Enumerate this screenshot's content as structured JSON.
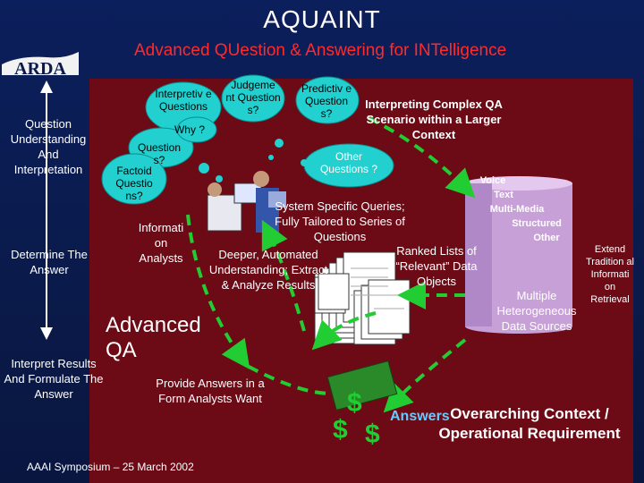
{
  "header": {
    "title": "AQUAINT",
    "subtitle_parts": [
      "Advanced ",
      "QU",
      "estion & ",
      "A",
      "nswering for ",
      "INT",
      "elligence"
    ],
    "logo_text": "ARDA"
  },
  "left_column": {
    "question_understanding": "Question Understanding And Interpretation",
    "determine_answer": "Determine The Answer",
    "interpret_results": "Interpret Results And Formulate The Answer"
  },
  "clouds": {
    "interpretive": "Interpretiv e Questions",
    "why": "Why ?",
    "question_s": "Question s?",
    "factoid": "Factoid Questio ns?",
    "judgement": "Judgeme nt Question s?",
    "predictive": "Predictiv e Question s?",
    "other": "Other Questions ?"
  },
  "center": {
    "information_analysts": "Informati on Analysts",
    "system_specific": "System Specific Queries; Fully Tailored to Series of Questions",
    "deeper": "Deeper, Automated Understanding; Extract & Analyze Results",
    "ranked": "Ranked Lists of “Relevant” Data Objects",
    "advanced_qa": "Advanced QA",
    "provide_answers": "Provide Answers in a Form Analysts Want",
    "interpreting": "Interpreting Complex QA Scenario within a Larger Context"
  },
  "sources": {
    "labels": [
      "Voice",
      "Text",
      "Multi-Media",
      "Structured",
      "Other"
    ],
    "multiple": "Multiple Heterogeneous Data Sources",
    "extend": "Extend Tradition al Informati on Retrieval"
  },
  "bottom": {
    "answers": "Answers",
    "overarching": "Overarching Context / Operational Requirement",
    "footer": "AAAI Symposium – 25 March 2002"
  },
  "colors": {
    "background": "#0a1a4a",
    "panel": "#6c0a16",
    "accent_red": "#ff2a2a",
    "arrow_green": "#22cc33"
  }
}
